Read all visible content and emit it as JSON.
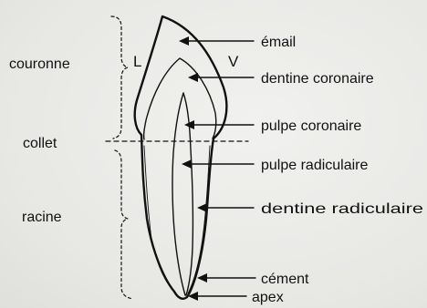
{
  "zones": {
    "crown": "couronne",
    "neck": "collet",
    "root": "racine"
  },
  "sides": {
    "lingual": "L",
    "vestibular": "V"
  },
  "labels": {
    "email": "émail",
    "dentine_coronaire": "dentine coronaire",
    "pulpe_coronaire": "pulpe coronaire",
    "pulpe_radiculaire": "pulpe radiculaire",
    "dentine_radiculaire": "dentine radiculaire",
    "cement": "cément",
    "apex": "apex"
  }
}
